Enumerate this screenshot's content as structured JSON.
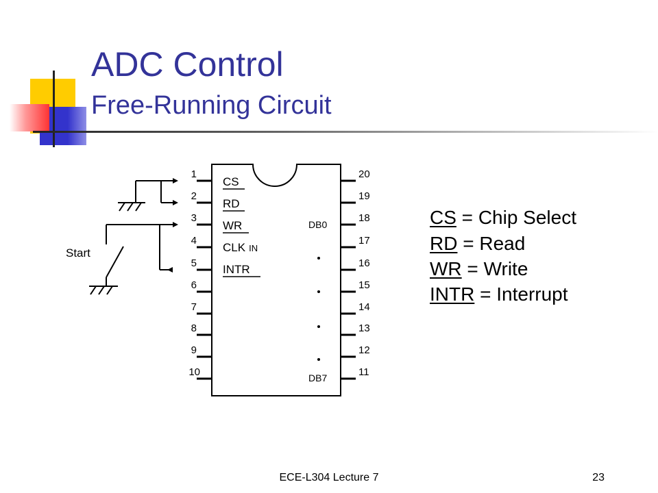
{
  "slide": {
    "title": "ADC Control",
    "subtitle": "Free-Running Circuit"
  },
  "chip": {
    "left_pins": [
      "1",
      "2",
      "3",
      "4",
      "5",
      "6",
      "7",
      "8",
      "9",
      "10"
    ],
    "right_pins": [
      "20",
      "19",
      "18",
      "17",
      "16",
      "15",
      "14",
      "13",
      "12",
      "11"
    ],
    "signals": {
      "cs": "CS",
      "rd": "RD",
      "wr": "WR",
      "clk": "CLK",
      "clk_sub": "IN",
      "intr": "INTR"
    },
    "db0": "DB0",
    "db7": "DB7"
  },
  "switch_label": "Start",
  "legend": [
    {
      "abbr": "CS",
      "text": " = Chip Select"
    },
    {
      "abbr": "RD",
      "text": " = Read"
    },
    {
      "abbr": "WR",
      "text": " = Write"
    },
    {
      "abbr": "INTR",
      "text": " = Interrupt"
    }
  ],
  "footer": {
    "center": "ECE-L304 Lecture 7",
    "page": "23"
  },
  "colors": {
    "title": "#333399",
    "deco_yellow": "#ffcc00",
    "deco_blue": "#3333cc",
    "deco_red": "#ff3333"
  }
}
